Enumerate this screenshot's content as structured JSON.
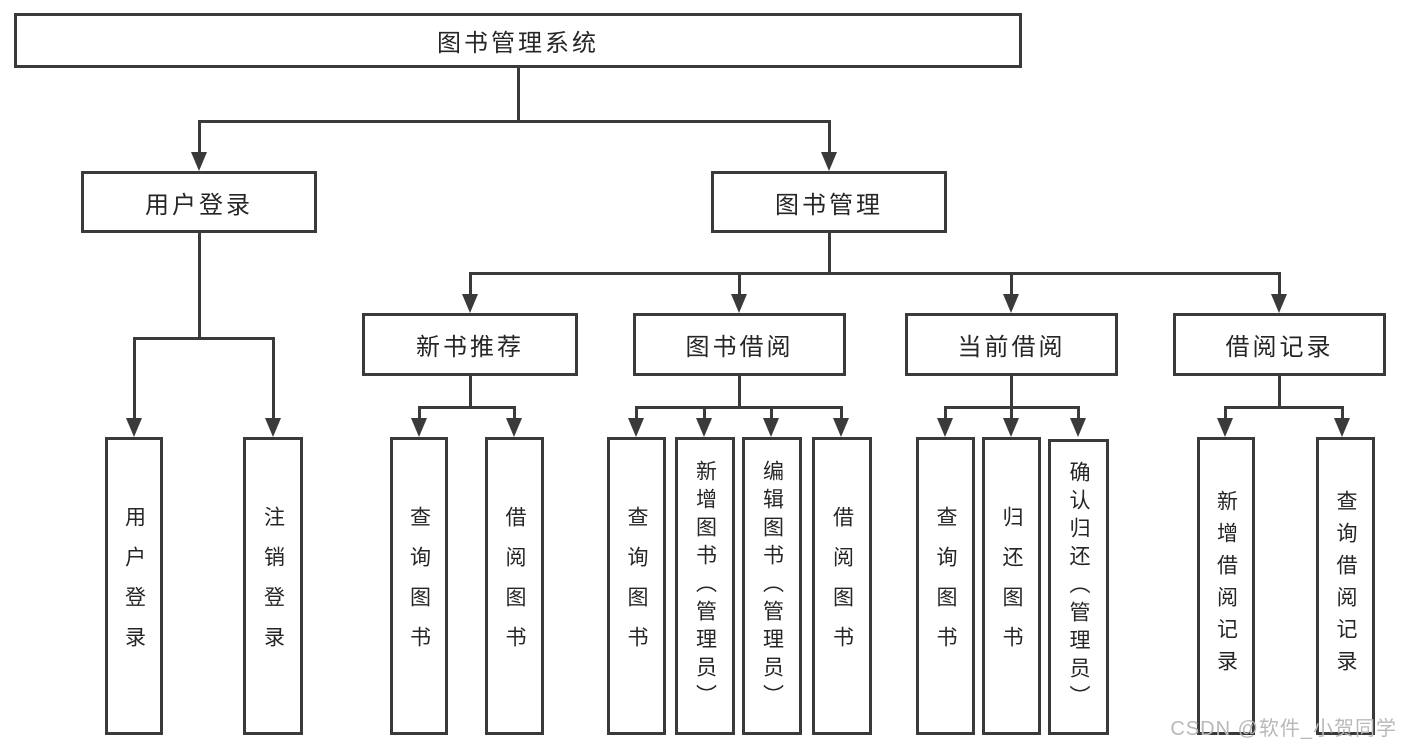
{
  "diagram": {
    "type": "hierarchy-tree",
    "colors": {
      "line": "#3a3a3a",
      "text": "#262626",
      "background": "#ffffff",
      "watermark": "#b9b9b9"
    },
    "tree": {
      "root": {
        "label": "图书管理系统",
        "children": [
          {
            "label": "用户登录",
            "children": [
              {
                "label": "用户登录"
              },
              {
                "label": "注销登录"
              }
            ]
          },
          {
            "label": "图书管理",
            "children": [
              {
                "label": "新书推荐",
                "children": [
                  {
                    "label": "查询图书"
                  },
                  {
                    "label": "借阅图书"
                  }
                ]
              },
              {
                "label": "图书借阅",
                "children": [
                  {
                    "label": "查询图书"
                  },
                  {
                    "label": "新增图书（管理员）"
                  },
                  {
                    "label": "编辑图书（管理员）"
                  },
                  {
                    "label": "借阅图书"
                  }
                ]
              },
              {
                "label": "当前借阅",
                "children": [
                  {
                    "label": "查询图书"
                  },
                  {
                    "label": "归还图书"
                  },
                  {
                    "label": "确认归还（管理员）"
                  }
                ]
              },
              {
                "label": "借阅记录",
                "children": [
                  {
                    "label": "新增借阅记录"
                  },
                  {
                    "label": "查询借阅记录"
                  }
                ]
              }
            ]
          }
        ]
      }
    },
    "watermark": {
      "text": "CSDN @软件_小贺同学"
    }
  }
}
